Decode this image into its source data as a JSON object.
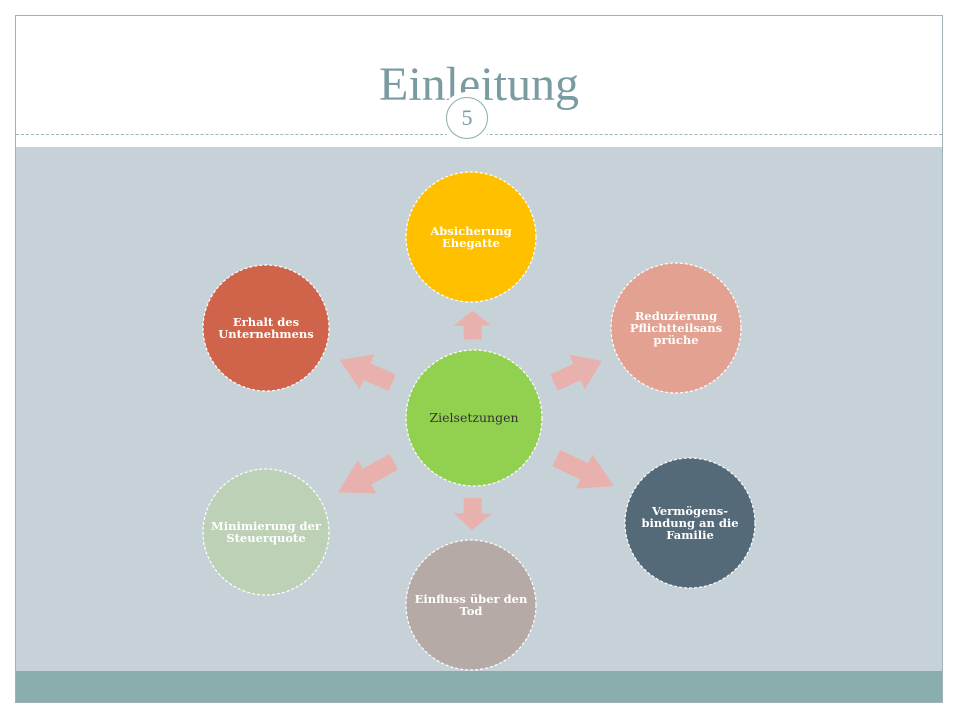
{
  "slide": {
    "title": "Einleitung",
    "page_number": "5"
  },
  "colors": {
    "title": "#7a9ca1",
    "content_bg": "#c7d2d8",
    "footer_bg": "#8aaeae",
    "arrow": "#e8b1ae"
  },
  "diagram": {
    "center": {
      "label": "Zielsetzungen",
      "color": "#92d050"
    },
    "nodes": [
      {
        "label": "Absicherung Ehegatte",
        "color": "#ffc000"
      },
      {
        "label": "Reduzierung Pflichtteilsans prüche",
        "color": "#e3a191"
      },
      {
        "label": "Vermögens-bindung an die Familie",
        "color": "#546a79"
      },
      {
        "label": "Einfluss über den Tod",
        "color": "#b6aaa6"
      },
      {
        "label": "Minimierung der Steuerquote",
        "color": "#bcd1b6"
      },
      {
        "label": "Erhalt des Unternehmens",
        "color": "#d0644a"
      }
    ]
  }
}
